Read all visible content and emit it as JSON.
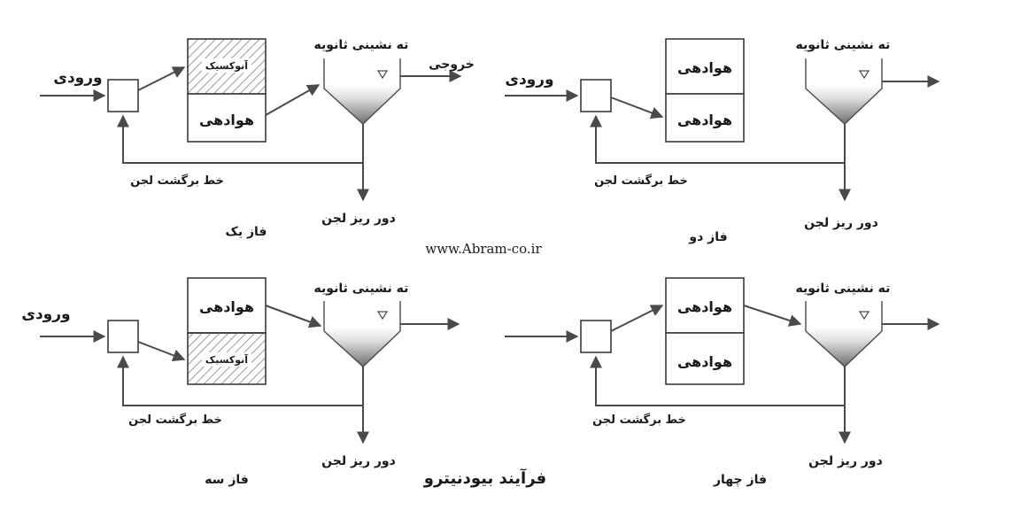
{
  "website": "www.Abram-co.ir",
  "process_title": "فرآیند بیودنیترو",
  "labels": {
    "inlet": "ورودی",
    "outlet": "خروجی",
    "secondary_clarifier": "ته نشینی ثانویه",
    "return_sludge": "خط برگشت لجن",
    "waste_sludge": "دور ریز لجن",
    "anoxic": "آنوکسیک",
    "aeration": "هوادهی"
  },
  "phases": {
    "one": "فاز یک",
    "two": "فاز دو",
    "three": "فاز سه",
    "four": "فاز چهار"
  },
  "colors": {
    "line": "#4a4a4a",
    "text": "#1a1a1a",
    "hatch": "#9a9a9a",
    "sludge": "#8c8c8c"
  }
}
